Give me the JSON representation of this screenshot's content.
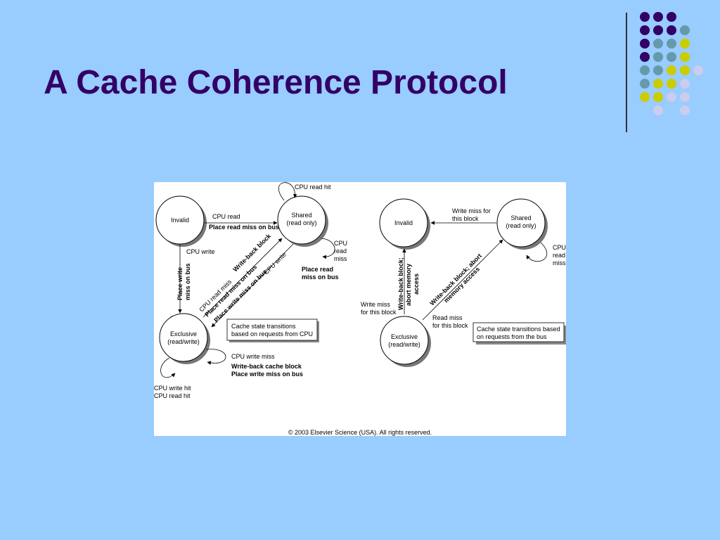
{
  "slide": {
    "title": "A Cache Coherence Protocol"
  },
  "colors": {
    "background": "#99ccff",
    "title": "#330066",
    "dot_palette": [
      "#330066",
      "#6699aa",
      "#cccc00",
      "#ccccee"
    ]
  },
  "dot_grid": [
    [
      "#330066",
      "#330066",
      "#330066",
      ""
    ],
    [
      "#330066",
      "#330066",
      "#330066",
      "#6699aa"
    ],
    [
      "#330066",
      "#6699aa",
      "#6699aa",
      "#cccc00"
    ],
    [
      "#330066",
      "#6699aa",
      "#6699aa",
      "#cccc00"
    ],
    [
      "#6699aa",
      "#6699aa",
      "#cccc00",
      "#cccc00",
      "#ccccee"
    ],
    [
      "#6699aa",
      "#cccc00",
      "#cccc00",
      "#ccccee"
    ],
    [
      "#cccc00",
      "#cccc00",
      "#ccccee",
      "#ccccee"
    ],
    [
      "",
      "#ccccee",
      "",
      "#ccccee"
    ]
  ],
  "diagram": {
    "cpu": {
      "states": {
        "invalid": "Invalid",
        "shared_1": "Shared",
        "shared_2": "(read only)",
        "exclusive_1": "Exclusive",
        "exclusive_2": "(read/write)"
      },
      "labels": {
        "cpu_read_hit": "CPU read hit",
        "cpu_read": "CPU read",
        "place_read_miss_on_bus": "Place read miss on bus",
        "cpu_write": "CPU write",
        "place_write_1": "Place write",
        "place_write_2": "miss on bus",
        "cpu_read_miss": "CPU read miss",
        "write_back_block": "Write-back block",
        "place_read_miss_bus_diag": "Place read miss on bus",
        "place_write_miss_bus_diag": "Place write miss on bus",
        "cpu_write_diag": "CPU write",
        "shared_loop_1": "CPU",
        "shared_loop_2": "read",
        "shared_loop_3": "miss",
        "place_read_1": "Place read",
        "place_read_2": "miss on bus",
        "legend_1": "Cache state transitions",
        "legend_2": "based on requests from CPU",
        "cpu_write_miss": "CPU write miss",
        "write_back_cache_block": "Write-back cache block",
        "place_write_miss_on_bus": "Place write miss on bus",
        "cpu_write_hit": "CPU write hit",
        "cpu_read_hit_2": "CPU read hit"
      }
    },
    "bus": {
      "states": {
        "invalid": "Invalid",
        "shared_1": "Shared",
        "shared_2": "(read only)",
        "exclusive_1": "Exclusive",
        "exclusive_2": "(read/write)"
      },
      "labels": {
        "write_miss_for_1": "Write miss for",
        "write_miss_for_2": "this block",
        "shared_loop_1": "CPU",
        "shared_loop_2": "read",
        "shared_loop_3": "miss",
        "wb_abort_1": "Write-back block;",
        "wb_abort_2": "abort memory",
        "wb_abort_3": "access",
        "write_miss_block_1": "Write miss",
        "write_miss_block_2": "for this block",
        "wb_abort_diag_1": "Write-back block; abort",
        "wb_abort_diag_2": "memory access",
        "read_miss_1": "Read miss",
        "read_miss_2": "for this block",
        "legend_1": "Cache state transitions based",
        "legend_2": "on requests from the bus"
      }
    },
    "copyright": "© 2003 Elsevier Science (USA). All rights reserved."
  }
}
